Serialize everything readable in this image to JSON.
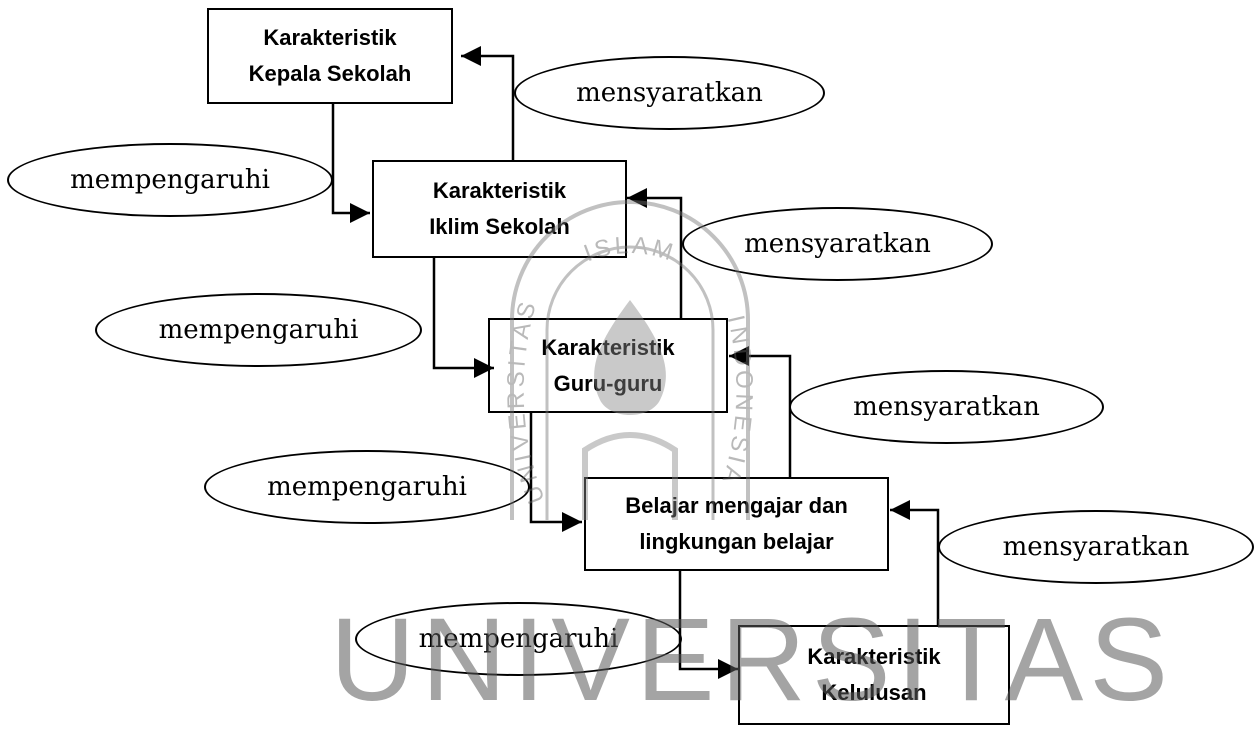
{
  "boxes": {
    "kepala_sekolah": [
      "Karakteristik",
      "Kepala Sekolah"
    ],
    "iklim_sekolah": [
      "Karakteristik",
      "Iklim Sekolah"
    ],
    "guru_guru": [
      "Karakteristik",
      "Guru-guru"
    ],
    "belajar_mengajar": [
      "Belajar mengajar dan",
      "lingkungan belajar"
    ],
    "kelulusan": [
      "Karakteristik",
      "Kelulusan"
    ]
  },
  "relations": {
    "mempengaruhi_1": "mempengaruhi",
    "mempengaruhi_2": "mempengaruhi",
    "mempengaruhi_3": "mempengaruhi",
    "mempengaruhi_4": "mempengaruhi",
    "mensyaratkan_1": "mensyaratkan",
    "mensyaratkan_2": "mensyaratkan",
    "mensyaratkan_3": "mensyaratkan",
    "mensyaratkan_4": "mensyaratkan"
  },
  "watermark": {
    "ring_top": "ISLAM",
    "ring_left": "UNIVERSITAS",
    "ring_right": "INDONESIA",
    "banner": "UNIVERSITAS"
  },
  "colors": {
    "line": "#000000",
    "watermark": "#777777"
  }
}
